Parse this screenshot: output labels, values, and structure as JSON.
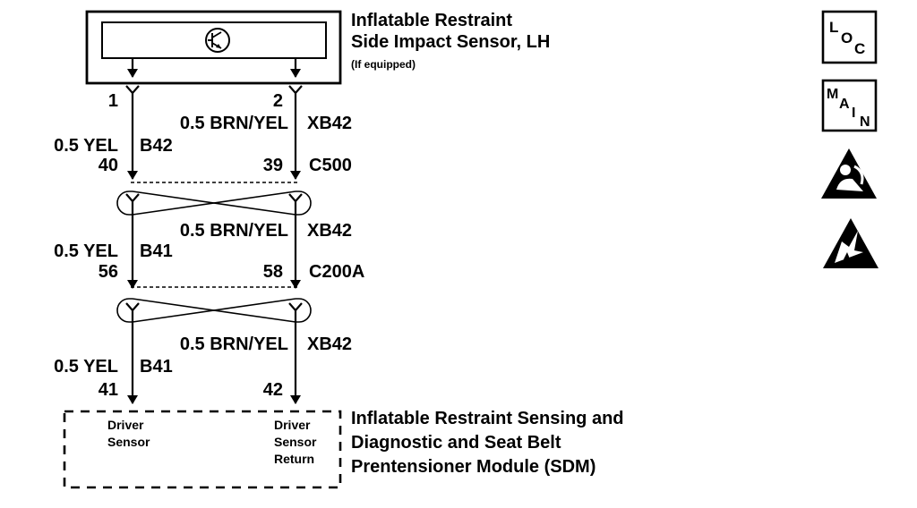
{
  "sensor": {
    "name_line1": "Inflatable Restraint",
    "name_line2": "Side Impact Sensor, LH",
    "note": "(If equipped)",
    "pin_left": "1",
    "pin_right": "2"
  },
  "segments": [
    {
      "right_wire": "0.5 BRN/YEL",
      "right_circuit": "XB42",
      "left_wire": "0.5 YEL",
      "left_circuit": "B42",
      "pin_left": "40",
      "pin_right": "39",
      "connector": "C500"
    },
    {
      "right_wire": "0.5 BRN/YEL",
      "right_circuit": "XB42",
      "left_wire": "0.5 YEL",
      "left_circuit": "B41",
      "pin_left": "56",
      "pin_right": "58",
      "connector": "C200A"
    },
    {
      "right_wire": "0.5 BRN/YEL",
      "right_circuit": "XB42",
      "left_wire": "0.5 YEL",
      "left_circuit": "B41",
      "pin_left": "41",
      "pin_right": "42"
    }
  ],
  "module": {
    "name_line1": "Inflatable Restraint Sensing and",
    "name_line2": "Diagnostic and Seat Belt",
    "name_line3": "Prentensioner Module (SDM)",
    "left_label_line1": "Driver",
    "left_label_line2": "Sensor",
    "right_label_line1": "Driver",
    "right_label_line2": "Sensor",
    "right_label_line3": "Return"
  },
  "legend": {
    "loc_letter1": "L",
    "loc_letter2": "O",
    "loc_letter3": "C",
    "main_letter1": "M",
    "main_letter2": "A",
    "main_letter3": "I",
    "main_letter4": "N",
    "icons": [
      "locator-icon",
      "main-icon",
      "airbag-warning-icon",
      "esd-warning-icon"
    ]
  }
}
